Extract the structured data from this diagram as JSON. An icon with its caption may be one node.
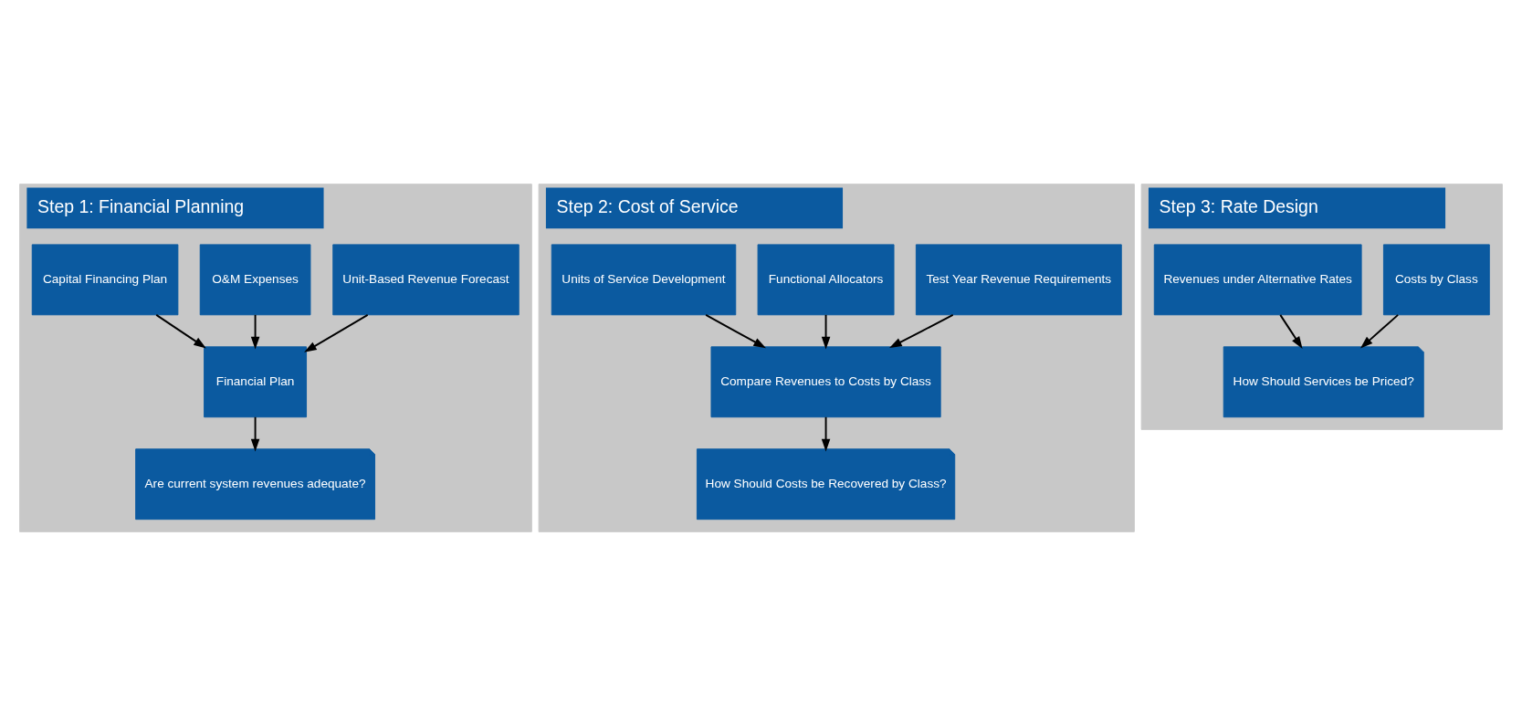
{
  "diagram": {
    "nodes": [
      {
        "text": [
          "Step 1: Financial Planning"
        ]
      },
      {
        "text": [
          "Unit-Based Revenue Forecast"
        ],
        "in": 0
      },
      {
        "text": [
          "O&M Expenses"
        ],
        "in": 0
      },
      {
        "text": [
          "Capital Financing Plan"
        ],
        "in": 0
      },
      {
        "text": [
          "Financial Plan"
        ],
        "in": 0
      },
      {
        "text": [
          "Are current system revenues adequate?"
        ],
        "in": 0
      },
      {
        "text": [
          "Step 2: Cost of Service"
        ]
      },
      {
        "text": [
          "Test Year Revenue Requirements"
        ],
        "in": 6
      },
      {
        "text": [
          "Functional Allocators"
        ],
        "in": 6
      },
      {
        "text": [
          "Units of Service Development"
        ],
        "in": 6
      },
      {
        "text": [
          "Compare Revenues to Costs by Class"
        ],
        "in": 6
      },
      {
        "text": [
          "How Should Costs be Recovered by Class?"
        ],
        "in": 6
      },
      {
        "text": [
          "Step 3: Rate Design"
        ]
      },
      {
        "text": [
          "Costs by Class"
        ],
        "in": 12
      },
      {
        "text": [
          "Revenues under Alternative Rates"
        ],
        "in": 12
      },
      {
        "text": [
          "How Should Services be Priced?"
        ],
        "in": 12
      }
    ],
    "edges": [
      {
        "from": 1,
        "to": 4,
        "arrow": "to"
      },
      {
        "from": 2,
        "to": 4,
        "arrow": "to"
      },
      {
        "from": 3,
        "to": 4,
        "arrow": "to"
      },
      {
        "from": 4,
        "to": 5,
        "arrow": "to"
      },
      {
        "from": 7,
        "to": 10,
        "arrow": "to"
      },
      {
        "from": 8,
        "to": 10,
        "arrow": "to"
      },
      {
        "from": 9,
        "to": 10,
        "arrow": "to"
      },
      {
        "from": 10,
        "to": 11,
        "arrow": "to"
      },
      {
        "from": 13,
        "to": 15,
        "arrow": "to"
      },
      {
        "from": 14,
        "to": 15,
        "arrow": "to"
      }
    ]
  }
}
